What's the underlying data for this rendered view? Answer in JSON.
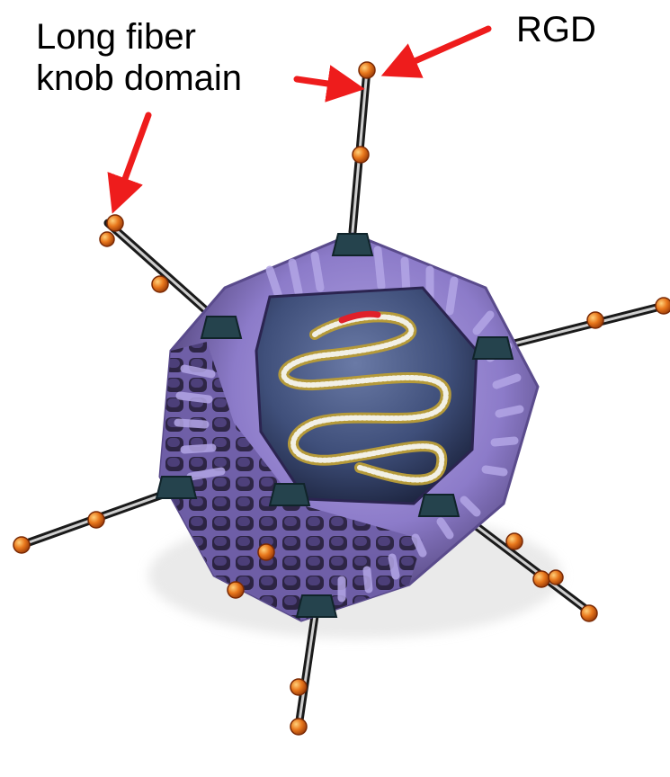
{
  "labels": {
    "knob_line1": "Long fiber",
    "knob_line2": "knob domain",
    "rgd": "RGD"
  },
  "colors": {
    "arrow": "#ee1c1c",
    "capsid": "#8c7bc9",
    "capsid_dark": "#3b2f5c",
    "core": "#3f4f7a",
    "vertex": "#25434d",
    "knob": "#e8771c",
    "genome": "#f2f0e6",
    "genome_edge": "#b59a3a"
  }
}
